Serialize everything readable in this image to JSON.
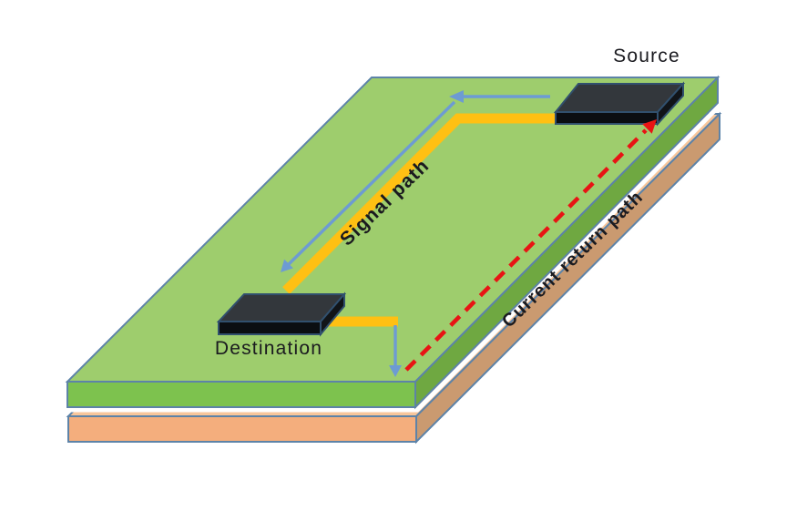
{
  "diagram": {
    "type": "pcb-stackup-signal-vs-return-path",
    "labels": {
      "source": "Source",
      "destination": "Destination",
      "signal_path": "Signal path",
      "current_return_path": "Current return path"
    },
    "colors": {
      "background": "#ffffff",
      "board_top": "#9ecd6d",
      "board_front": "#7dc24e",
      "board_side": "#6fa841",
      "board_outline": "#5d83a8",
      "plane_top": "#f8c69b",
      "plane_front": "#f4ae7d",
      "plane_side": "#ca9a70",
      "plane_outline": "#5d83a8",
      "layer_gap": "#ffffff",
      "chip_top": "#33373c",
      "chip_side": "#111418",
      "chip_front": "#0b0e12",
      "chip_outline": "#31506e",
      "signal_trace": "#ffc013",
      "signal_arrow": "#6d9bd3",
      "return_path": "#e81414",
      "label_text": "#1a1a1f"
    }
  }
}
